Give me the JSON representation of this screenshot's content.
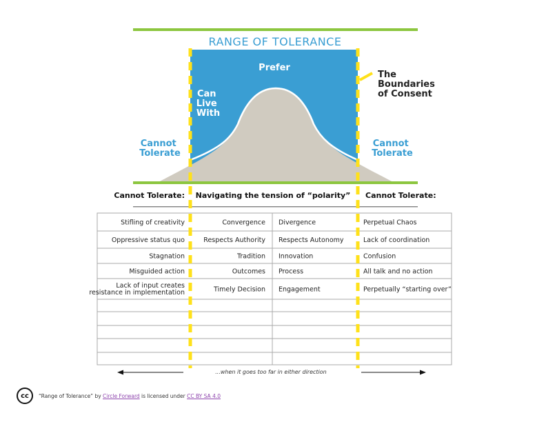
{
  "title": "RANGE OF TOLERANCE",
  "curve_labels": {
    "prefer": "Prefer",
    "can_live_with": [
      "Can",
      "Live",
      "With"
    ],
    "cannot_tolerate_left": [
      "Cannot",
      "Tolerate"
    ],
    "cannot_tolerate_right": [
      "Cannot",
      "Tolerate"
    ],
    "boundaries": [
      "The",
      "Boundaries",
      "of Consent"
    ]
  },
  "headers": {
    "left": "Cannot Tolerate:",
    "middle": "Navigating the tension of “polarity”",
    "right": "Cannot Tolerate:"
  },
  "rows": [
    [
      "Stifling of creativity",
      "Convergence",
      "Divergence",
      "Perpetual Chaos"
    ],
    [
      "Oppressive status quo",
      "Respects Authority",
      "Respects Autonomy",
      "Lack of coordination"
    ],
    [
      "Stagnation",
      "Tradition",
      "Innovation",
      "Confusion"
    ],
    [
      "Misguided action",
      "Outcomes",
      "Process",
      "All talk and no action"
    ],
    [
      [
        "Lack of input creates",
        "resistance in implementation"
      ],
      "Timely Decision",
      "Engagement",
      "Perpetually “starting over”"
    ]
  ],
  "footer_text": "...when it goes too far in either direction",
  "credit": {
    "badge": "cc",
    "prefix": "“Range of Tolerance” by ",
    "author": "Circle Forward",
    "middle": " is licensed under ",
    "license": "CC BY SA 4.0"
  },
  "colors": {
    "green": "#8cc63f",
    "blue": "#3a9ed3",
    "curve": "#d0cbc0",
    "boundary": "#ffe11a"
  }
}
